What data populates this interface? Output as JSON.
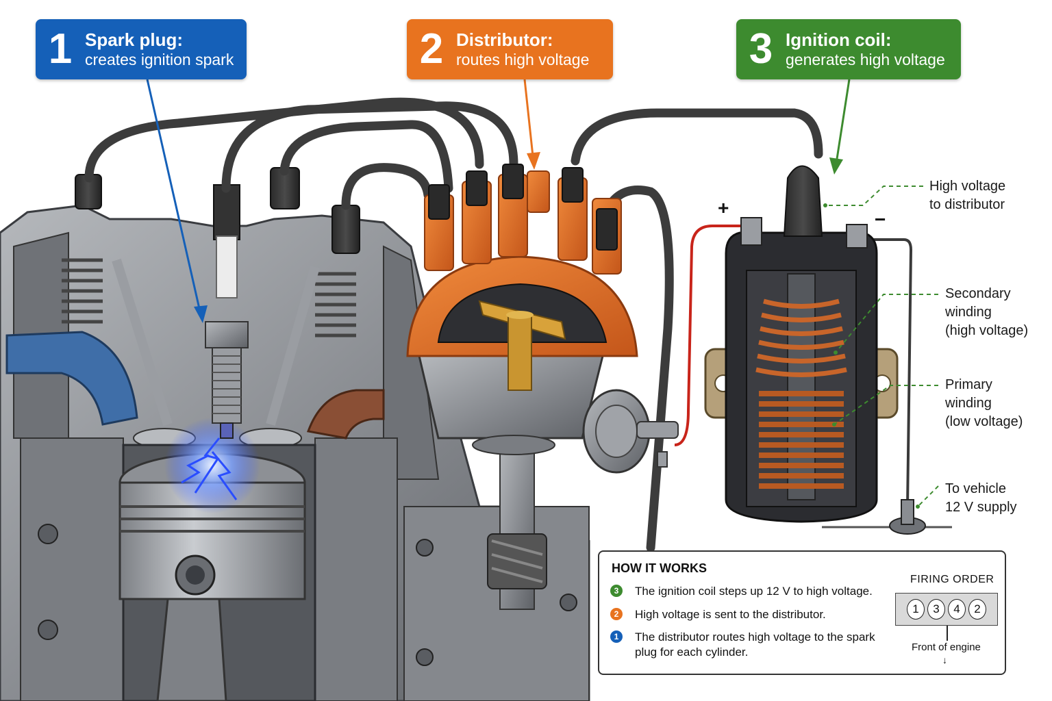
{
  "callouts": [
    {
      "number": "1",
      "title": "Spark plug:",
      "subtitle": "creates ignition spark",
      "color": "#1560b8"
    },
    {
      "number": "2",
      "title": "Distributor:",
      "subtitle": "routes high voltage",
      "color": "#e8731f"
    },
    {
      "number": "3",
      "title": "Ignition coil:",
      "subtitle": "generates high voltage",
      "color": "#3d8b2f"
    }
  ],
  "coil_labels": {
    "high_voltage": [
      "High voltage",
      "to distributor"
    ],
    "secondary": [
      "Secondary",
      "winding",
      "(high voltage)"
    ],
    "primary": [
      "Primary",
      "winding",
      "(low voltage)"
    ],
    "supply": [
      "To vehicle",
      "12 V supply"
    ]
  },
  "polarity": {
    "plus": "+",
    "minus": "−"
  },
  "how_it_works": {
    "title": "HOW IT WORKS",
    "steps": [
      {
        "number": "3",
        "text": "The ignition coil steps up 12 V to high voltage."
      },
      {
        "number": "2",
        "text": "High voltage is sent to the distributor."
      },
      {
        "number": "1",
        "text": "The distributor routes high voltage to the spark plug for each cylinder."
      }
    ]
  },
  "firing_order": {
    "title": "FIRING ORDER",
    "sequence": [
      "1",
      "3",
      "4",
      "2"
    ],
    "front_label": "Front of engine",
    "arrow": "↓"
  },
  "colors": {
    "blue": "#1560b8",
    "orange": "#e8731f",
    "green": "#3d8b2f",
    "copper": "#c8652a",
    "metal": "#8a8d92"
  }
}
